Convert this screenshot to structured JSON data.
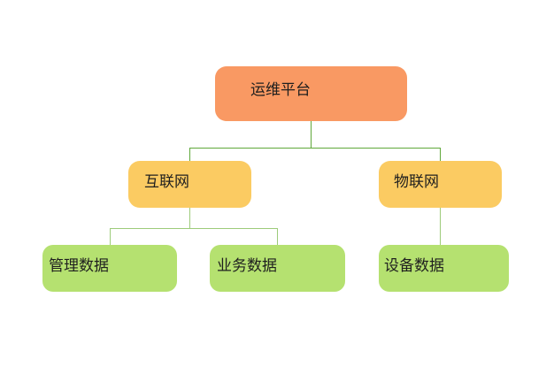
{
  "diagram": {
    "type": "tree",
    "background_color": "#ffffff",
    "text_color": "#1f1f1f",
    "connector_colors": {
      "level1": "#5fa83a",
      "level2": "#9dcb7a"
    },
    "node_fills": {
      "root": "#f99963",
      "middle": "#fbcb62",
      "leaf": "#b5e170"
    },
    "nodes": [
      {
        "id": "ops-platform",
        "label": "运维平台",
        "level": 1,
        "fill": "#f99963"
      },
      {
        "id": "internet",
        "label": "互联网",
        "level": 2,
        "fill": "#fbcb62"
      },
      {
        "id": "iot",
        "label": "物联网",
        "level": 2,
        "fill": "#fbcb62"
      },
      {
        "id": "management-data",
        "label": "管理数据",
        "level": 3,
        "fill": "#b5e170"
      },
      {
        "id": "business-data",
        "label": "业务数据",
        "level": 3,
        "fill": "#b5e170"
      },
      {
        "id": "device-data",
        "label": "设备数据",
        "level": 3,
        "fill": "#b5e170"
      }
    ],
    "edges": [
      {
        "from": "ops-platform",
        "to": "internet"
      },
      {
        "from": "ops-platform",
        "to": "iot"
      },
      {
        "from": "internet",
        "to": "management-data"
      },
      {
        "from": "internet",
        "to": "business-data"
      },
      {
        "from": "iot",
        "to": "device-data"
      }
    ]
  }
}
